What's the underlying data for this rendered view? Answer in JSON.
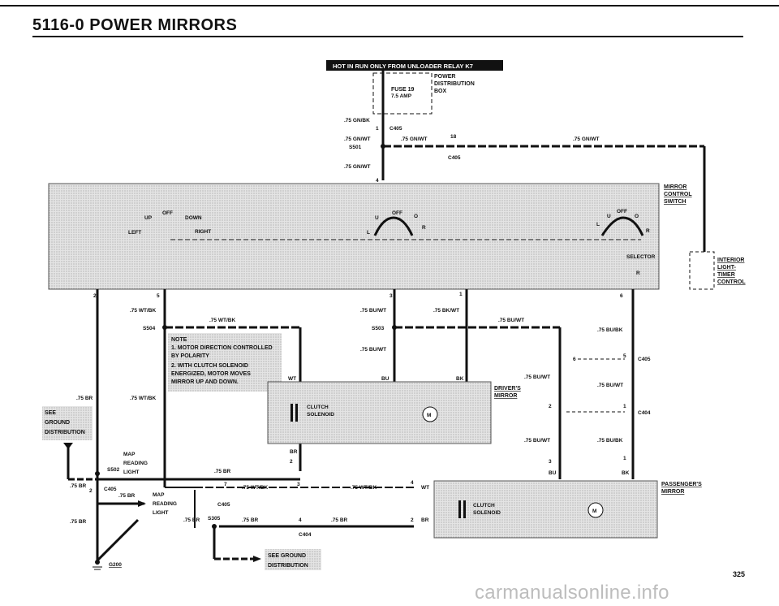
{
  "header": {
    "title": "5116-0   POWER MIRRORS"
  },
  "hot_banner": "HOT IN RUN ONLY FROM UNLOADER RELAY K7",
  "fuse": {
    "name": "FUSE 19",
    "rating": "7.5 AMP"
  },
  "power_box": [
    "POWER",
    "DISTRIBUTION",
    "BOX"
  ],
  "switch_label": [
    "MIRROR",
    "CONTROL",
    "SWITCH"
  ],
  "interior": [
    "INTERIOR",
    "LIGHT-",
    "TIMER",
    "CONTROL"
  ],
  "switch_terms": {
    "off": "OFF",
    "up": "UP",
    "down": "DOWN",
    "left": "LEFT",
    "right": "RIGHT",
    "o": "O",
    "u": "U",
    "l": "L",
    "r": "R",
    "selector": "SELECTOR"
  },
  "note": [
    "NOTE",
    "1. MOTOR DIRECTION CONTROLLED",
    "BY POLARITY",
    "2. WITH CLUTCH SOLENOID",
    "ENERGIZED, MOTOR MOVES",
    "MIRROR UP AND DOWN."
  ],
  "clutch": [
    "CLUTCH",
    "SOLENOID"
  ],
  "motor": "M",
  "drivers_mirror": [
    "DRIVER'S",
    "MIRROR"
  ],
  "passengers_mirror": [
    "PASSENGER'S",
    "MIRROR"
  ],
  "see_ground": [
    "SEE",
    "GROUND",
    "DISTRIBUTION"
  ],
  "see_ground2": [
    "SEE GROUND",
    "DISTRIBUTION"
  ],
  "map_light": [
    "MAP",
    "READING",
    "LIGHT"
  ],
  "wires": {
    "gn_bk": ".75 GN/BK",
    "gn_wt": ".75 GN/WT",
    "wt_bk": ".75 WT/BK",
    "bu_wt": ".75 BU/WT",
    "bk_wt": ".75 BK/WT",
    "bu_bk": ".75 BU/BK",
    "br": ".75 BR",
    "bu": "BU",
    "bk": "BK",
    "wt": "WT",
    "br_short": "BR"
  },
  "connectors": {
    "c405": "C405",
    "c404": "C404",
    "s501": "S501",
    "s502": "S502",
    "s503": "S503",
    "s504": "S504",
    "s305": "S305",
    "g200": "G200"
  },
  "pins": {
    "p1": "1",
    "p2": "2",
    "p3": "3",
    "p4": "4",
    "p5": "5",
    "p6": "6",
    "p7": "7",
    "p18": "18"
  },
  "page_number": "325",
  "watermark": "carmanualsonline.info"
}
